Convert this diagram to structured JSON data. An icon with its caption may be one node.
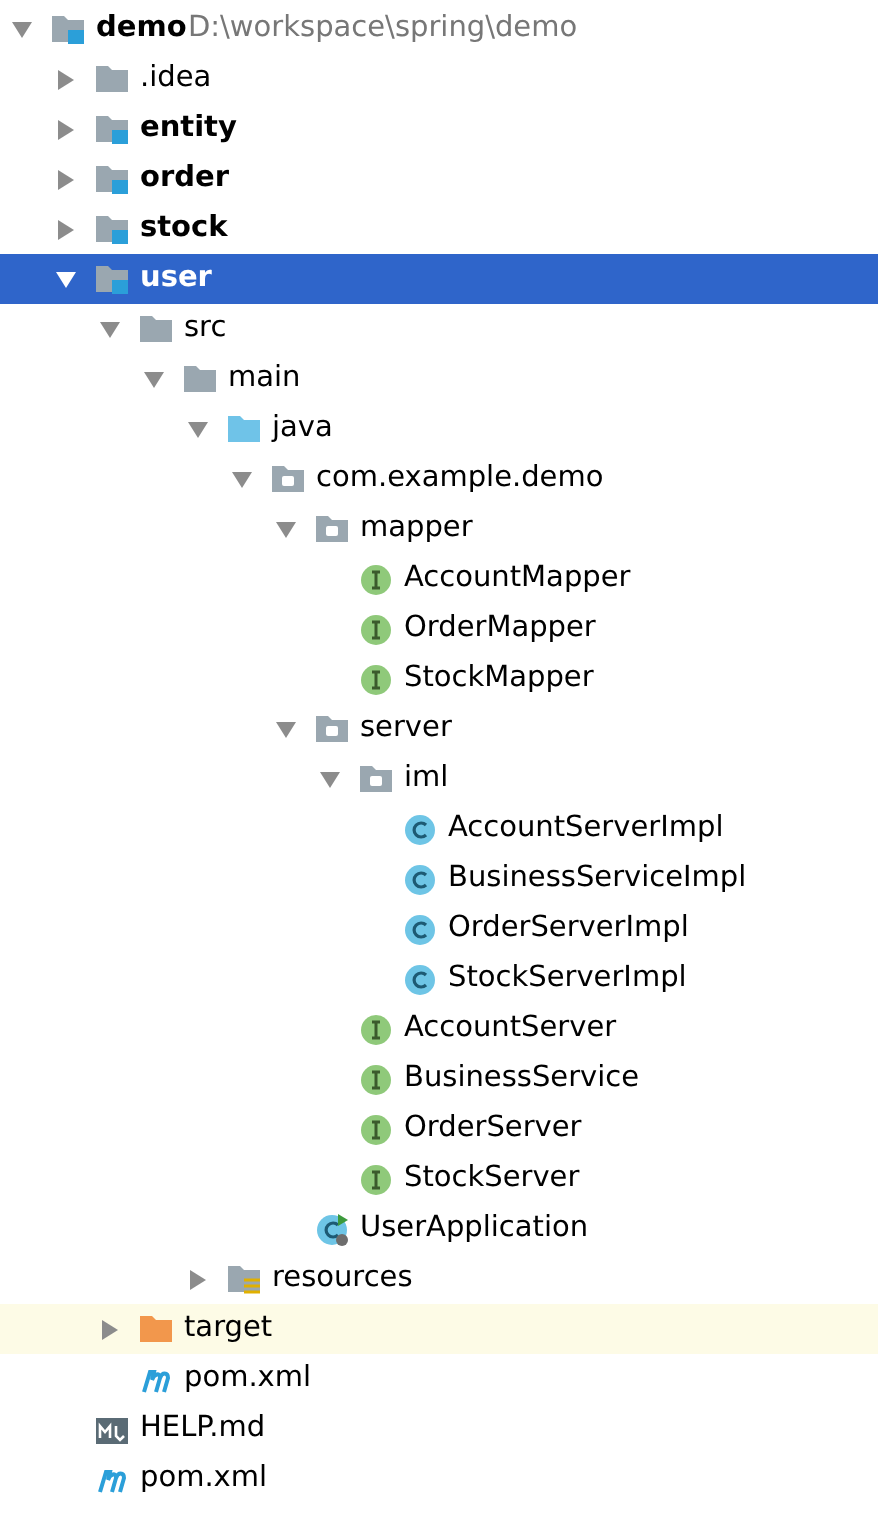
{
  "diagram": {
    "labels": [
      "demo",
      "D:\\workspace\\spring\\demo",
      ".idea",
      "entity",
      "order",
      "stock",
      "user",
      "src",
      "main",
      "java",
      "com.example.demo",
      "mapper",
      "AccountMapper",
      "OrderMapper",
      "StockMapper",
      "server",
      "iml",
      "AccountServerImpl",
      "BusinessServiceImpl",
      "OrderServerImpl",
      "StockServerImpl",
      "AccountServer",
      "BusinessService",
      "OrderServer",
      "StockServer",
      "UserApplication",
      "resources",
      "target",
      "pom.xml",
      "HELP.md",
      "pom.xml"
    ]
  }
}
